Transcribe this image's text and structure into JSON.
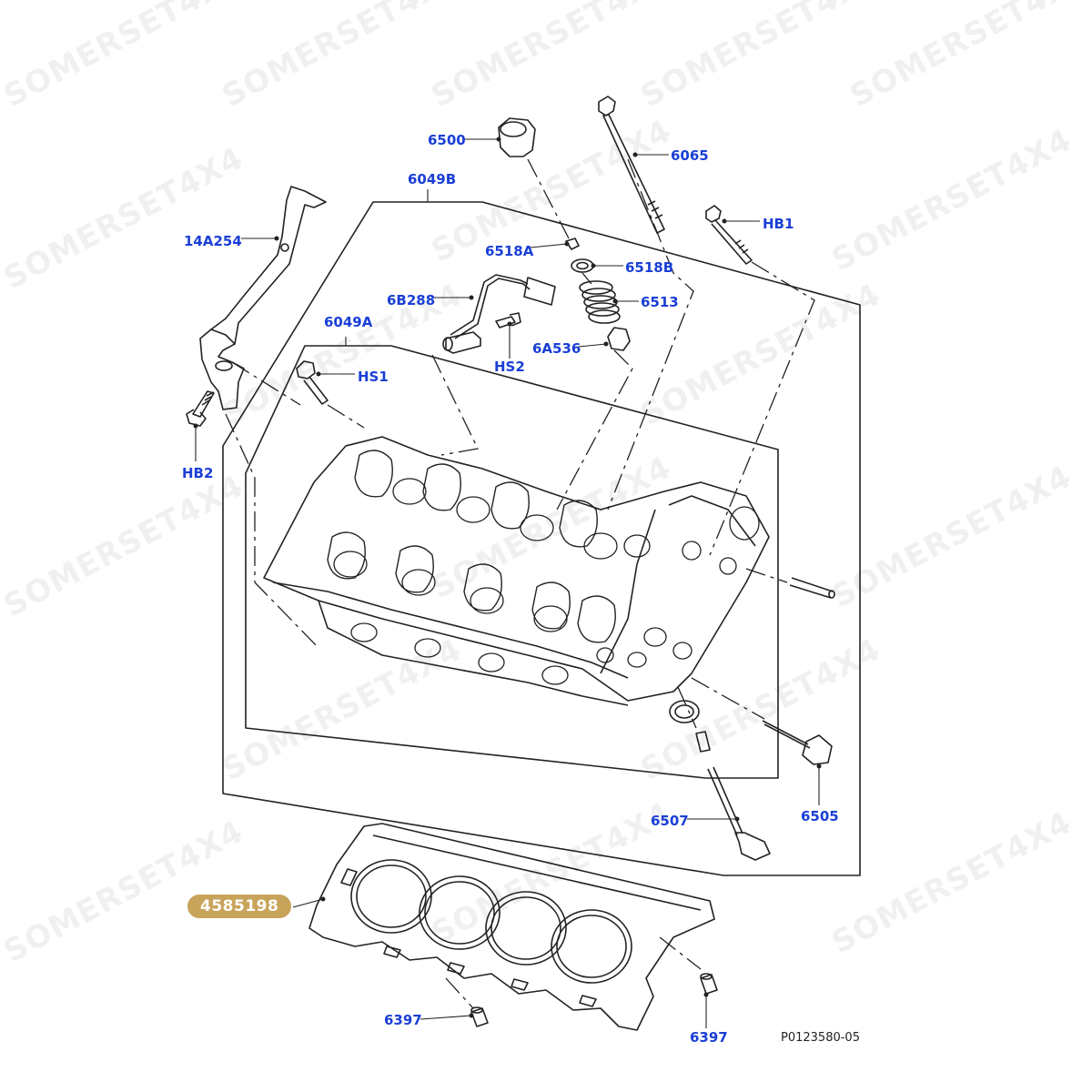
{
  "watermark": "SOMERSET4X4",
  "reference": "P0123580-05",
  "highlight_color": "#c8a35a",
  "label_color": "#1a3fd6",
  "parts": [
    {
      "id": "6500",
      "label": "6500"
    },
    {
      "id": "6065",
      "label": "6065"
    },
    {
      "id": "6049B",
      "label": "6049B"
    },
    {
      "id": "HB1",
      "label": "HB1"
    },
    {
      "id": "14A254",
      "label": "14A254"
    },
    {
      "id": "6518A",
      "label": "6518A"
    },
    {
      "id": "6518B",
      "label": "6518B"
    },
    {
      "id": "6B288",
      "label": "6B288"
    },
    {
      "id": "6513",
      "label": "6513"
    },
    {
      "id": "6049A",
      "label": "6049A"
    },
    {
      "id": "6A536",
      "label": "6A536"
    },
    {
      "id": "HS2",
      "label": "HS2"
    },
    {
      "id": "HS1",
      "label": "HS1"
    },
    {
      "id": "HB2",
      "label": "HB2"
    },
    {
      "id": "6505",
      "label": "6505"
    },
    {
      "id": "6507",
      "label": "6507"
    },
    {
      "id": "4585198",
      "label": "4585198"
    },
    {
      "id": "6397a",
      "label": "6397"
    },
    {
      "id": "6397b",
      "label": "6397"
    }
  ]
}
